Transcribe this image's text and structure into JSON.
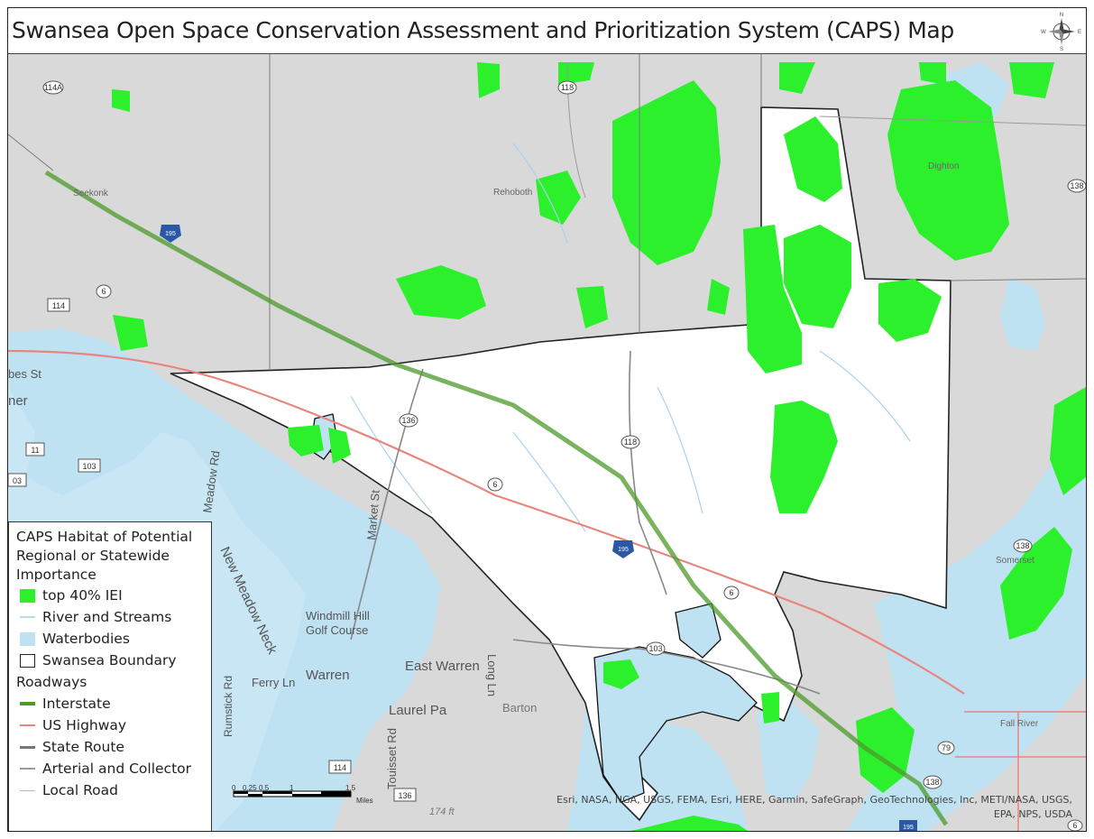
{
  "title": "Swansea Open Space Conservation Assessment and Prioritization System (CAPS) Map",
  "compass": {
    "n": "N",
    "s": "S",
    "e": "E",
    "w": "W"
  },
  "legend": {
    "heading": [
      "CAPS Habitat of Potential",
      "Regional or Statewide",
      "Importance"
    ],
    "items": [
      {
        "label": "top 40% IEI",
        "kind": "fill",
        "color": "#2df02d"
      },
      {
        "label": "River and Streams",
        "kind": "line",
        "color": "#bcd9ee"
      },
      {
        "label": "Waterbodies",
        "kind": "fill",
        "color": "#bfe2f2"
      },
      {
        "label": "Swansea Boundary",
        "kind": "outline",
        "color": "#222222"
      }
    ],
    "roadways_heading": "Roadways",
    "roads": [
      {
        "label": "Interstate",
        "color": "#4c9a2a"
      },
      {
        "label": "US Highway",
        "color": "#e8857f"
      },
      {
        "label": "State Route",
        "color": "#777777"
      },
      {
        "label": "Arterial and Collector",
        "color": "#9a9a9a"
      },
      {
        "label": "Local Road",
        "color": "#b8b8b8"
      }
    ]
  },
  "scale": {
    "ticks": [
      "0",
      "0.25",
      "0.5",
      "1",
      "1.5"
    ],
    "unit": "Miles"
  },
  "credits": [
    "Esri, NASA, NGA, USGS, FEMA, Esri, HERE, Garmin, SafeGraph, GeoTechnologies, Inc, METI/NASA, USGS,",
    "EPA, NPS, USDA"
  ],
  "map_labels": {
    "towns": [
      "Seekonk",
      "Rehoboth",
      "Dighton",
      "Somerset",
      "Fall River",
      "Warren",
      "East Warren",
      "Barton"
    ],
    "places": [
      "Windmill Hill",
      "Golf Course",
      "New Meadow Neck",
      "Laurel Pa",
      "Ferry Ln",
      "Long Ln",
      "Market St",
      "Meadow Rd",
      "Touisset Rd",
      "Rumstick Rd",
      "bes St",
      "ner",
      "174 ft"
    ],
    "shields": [
      "114A",
      "118",
      "195",
      "6",
      "114",
      "136",
      "118",
      "6",
      "195",
      "6",
      "103",
      "138",
      "138",
      "79",
      "138",
      "195",
      "114",
      "136",
      "103",
      "11",
      "03",
      "6"
    ]
  },
  "colors": {
    "land": "#d9d9d9",
    "water": "#bfe2f2",
    "swansea": "#ffffff",
    "habitat": "#2df02d",
    "interstate": "#4c9a2a",
    "us_highway": "#e8857f"
  }
}
